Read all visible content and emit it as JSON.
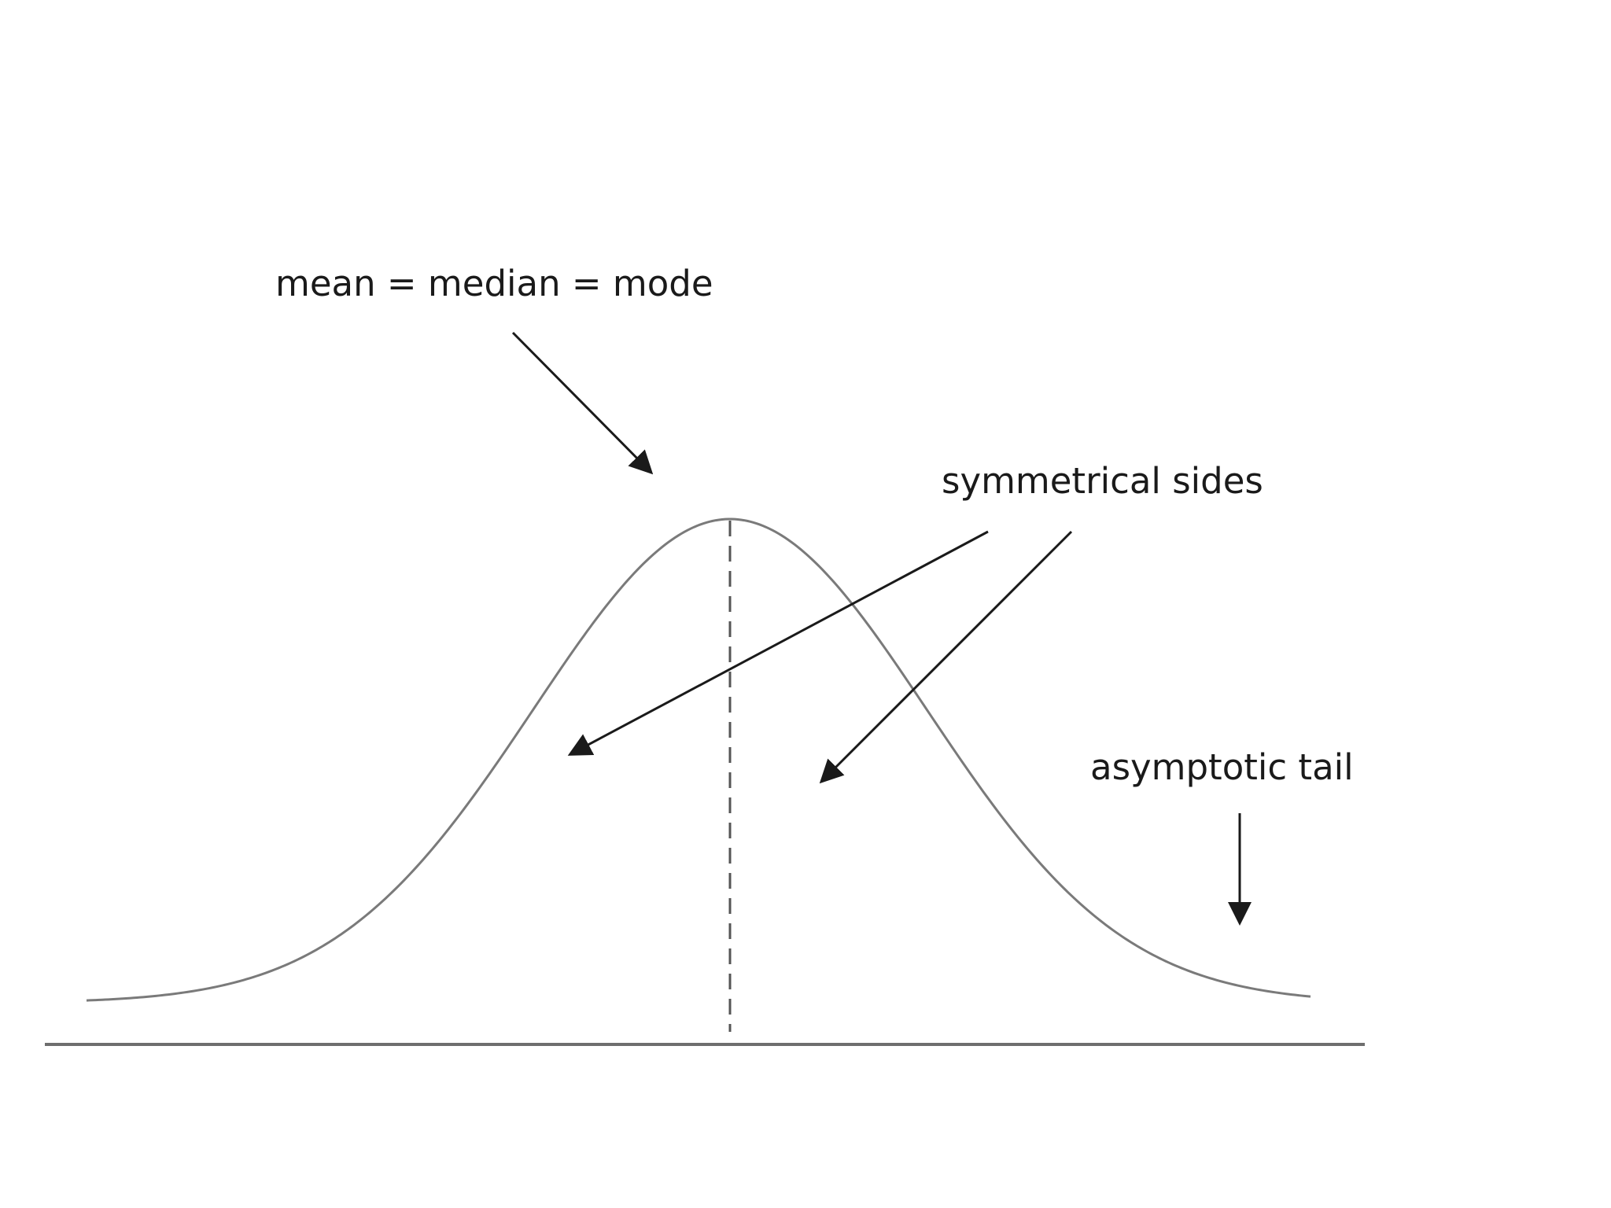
{
  "annotations": {
    "center_label": "mean = median = mode",
    "sides_label": "symmetrical sides",
    "tail_label": "asymptotic tail"
  },
  "colors": {
    "curve": "#7a7a7a",
    "baseline": "#6e6e6e",
    "arrow": "#1a1a1a",
    "text": "#1a1a1a"
  }
}
